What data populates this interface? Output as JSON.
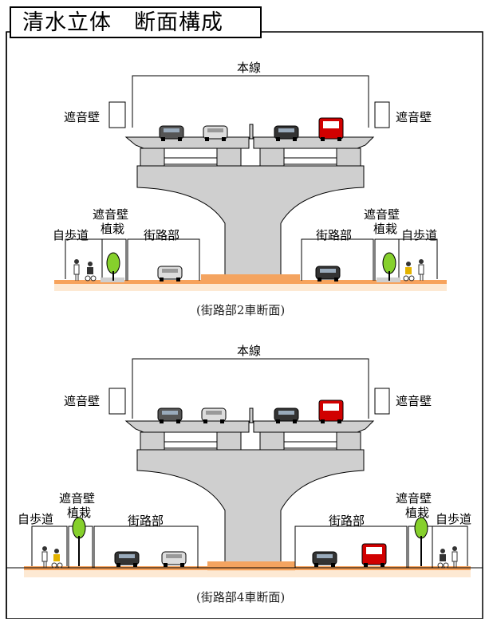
{
  "title": "清水立体　断面構成",
  "colors": {
    "pier": "#cfcfcf",
    "ground": "#f4a460",
    "road_orange": "#f7a35c",
    "tree": "#86d02c",
    "car_red": "#d10000",
    "line": "#000000"
  },
  "section1": {
    "mainline_label": "本線",
    "soundwall_left": "遮音壁",
    "soundwall_right": "遮音壁",
    "left_soundwall_label": "遮音壁",
    "left_planting_label": "植栽",
    "left_sidewalk_label": "自歩道",
    "left_road_label": "街路部",
    "right_soundwall_label": "遮音壁",
    "right_planting_label": "植栽",
    "right_sidewalk_label": "自歩道",
    "right_road_label": "街路部",
    "caption": "(街路部2車断面)"
  },
  "section2": {
    "mainline_label": "本線",
    "soundwall_left": "遮音壁",
    "soundwall_right": "遮音壁",
    "left_soundwall_label": "遮音壁",
    "left_planting_label": "植栽",
    "left_sidewalk_label": "自歩道",
    "left_road_label": "街路部",
    "right_soundwall_label": "遮音壁",
    "right_planting_label": "植栽",
    "right_sidewalk_label": "自歩道",
    "right_road_label": "街路部",
    "caption": "(街路部4車断面)"
  }
}
